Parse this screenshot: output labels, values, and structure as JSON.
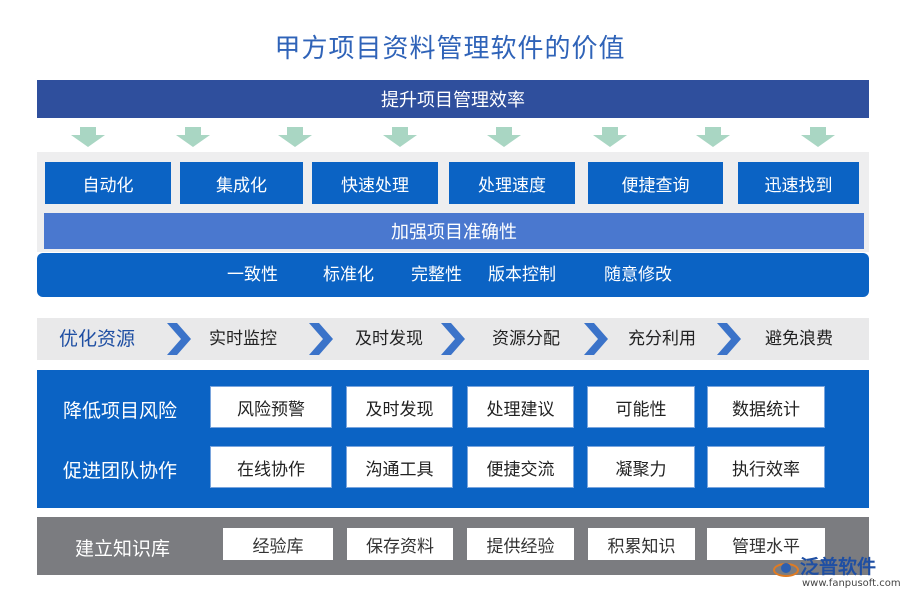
{
  "title": "甲方项目资料管理软件的价值",
  "top_band": "提升项目管理效率",
  "efficiency_boxes": [
    "自动化",
    "集成化",
    "快速处理",
    "处理速度",
    "便捷查询",
    "迅速找到"
  ],
  "accuracy_band": "加强项目准确性",
  "accuracy_items": [
    "一致性",
    "标准化",
    "完整性",
    "版本控制",
    "随意修改"
  ],
  "optimize": {
    "label": "优化资源",
    "steps": [
      "实时监控",
      "及时发现",
      "资源分配",
      "充分利用",
      "避免浪费"
    ]
  },
  "risk": {
    "label": "降低项目风险",
    "items": [
      "风险预警",
      "及时发现",
      "处理建议",
      "可能性",
      "数据统计"
    ]
  },
  "collab": {
    "label": "促进团队协作",
    "items": [
      "在线协作",
      "沟通工具",
      "便捷交流",
      "凝聚力",
      "执行效率"
    ]
  },
  "knowledge": {
    "label": "建立知识库",
    "items": [
      "经验库",
      "保存资料",
      "提供经验",
      "积累知识",
      "管理水平"
    ]
  },
  "logo": {
    "name": "泛普软件",
    "url": "www.fanpusoft.com"
  },
  "colors": {
    "title": "#2f63b8",
    "top_band": "#2f4f9d",
    "box_blue": "#0b63c4",
    "mid_band": "#4a78cf",
    "arrow": "#a9d6c3",
    "chevron": "#3b73c9",
    "knowledge": "#7b7c80"
  }
}
